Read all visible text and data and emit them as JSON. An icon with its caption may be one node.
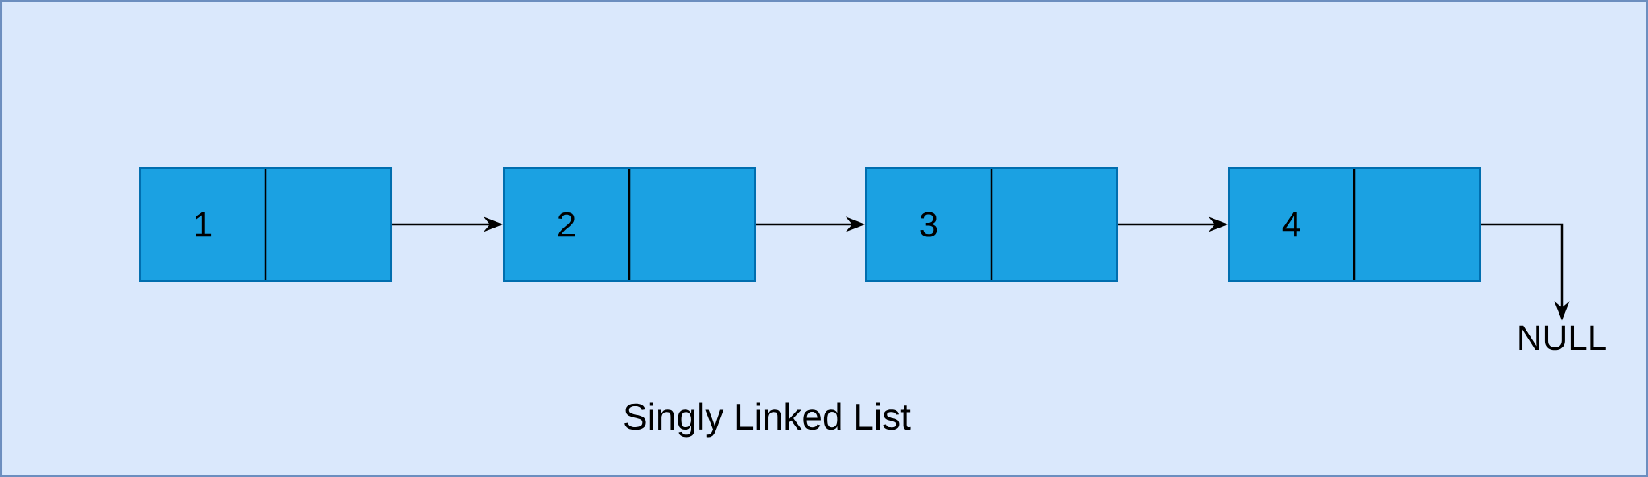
{
  "diagram": {
    "title": "Singly Linked List",
    "nodes": [
      {
        "text": [
          "1"
        ]
      },
      {
        "text": [],
        "shape": "box"
      },
      {
        "text": [
          "2"
        ]
      },
      {
        "text": [],
        "shape": "box"
      },
      {
        "text": [
          "3"
        ]
      },
      {
        "text": [],
        "shape": "box"
      },
      {
        "text": [
          "4"
        ]
      },
      {
        "text": [],
        "shape": "box"
      },
      {
        "text": [
          "NULL"
        ]
      }
    ],
    "edges": [
      {
        "from": 1,
        "to": 2,
        "arrow": "to"
      },
      {
        "from": 3,
        "to": 4,
        "arrow": "to"
      },
      {
        "from": 5,
        "to": 6,
        "arrow": "to"
      },
      {
        "from": 7,
        "to": 8,
        "arrow": "to"
      }
    ]
  }
}
